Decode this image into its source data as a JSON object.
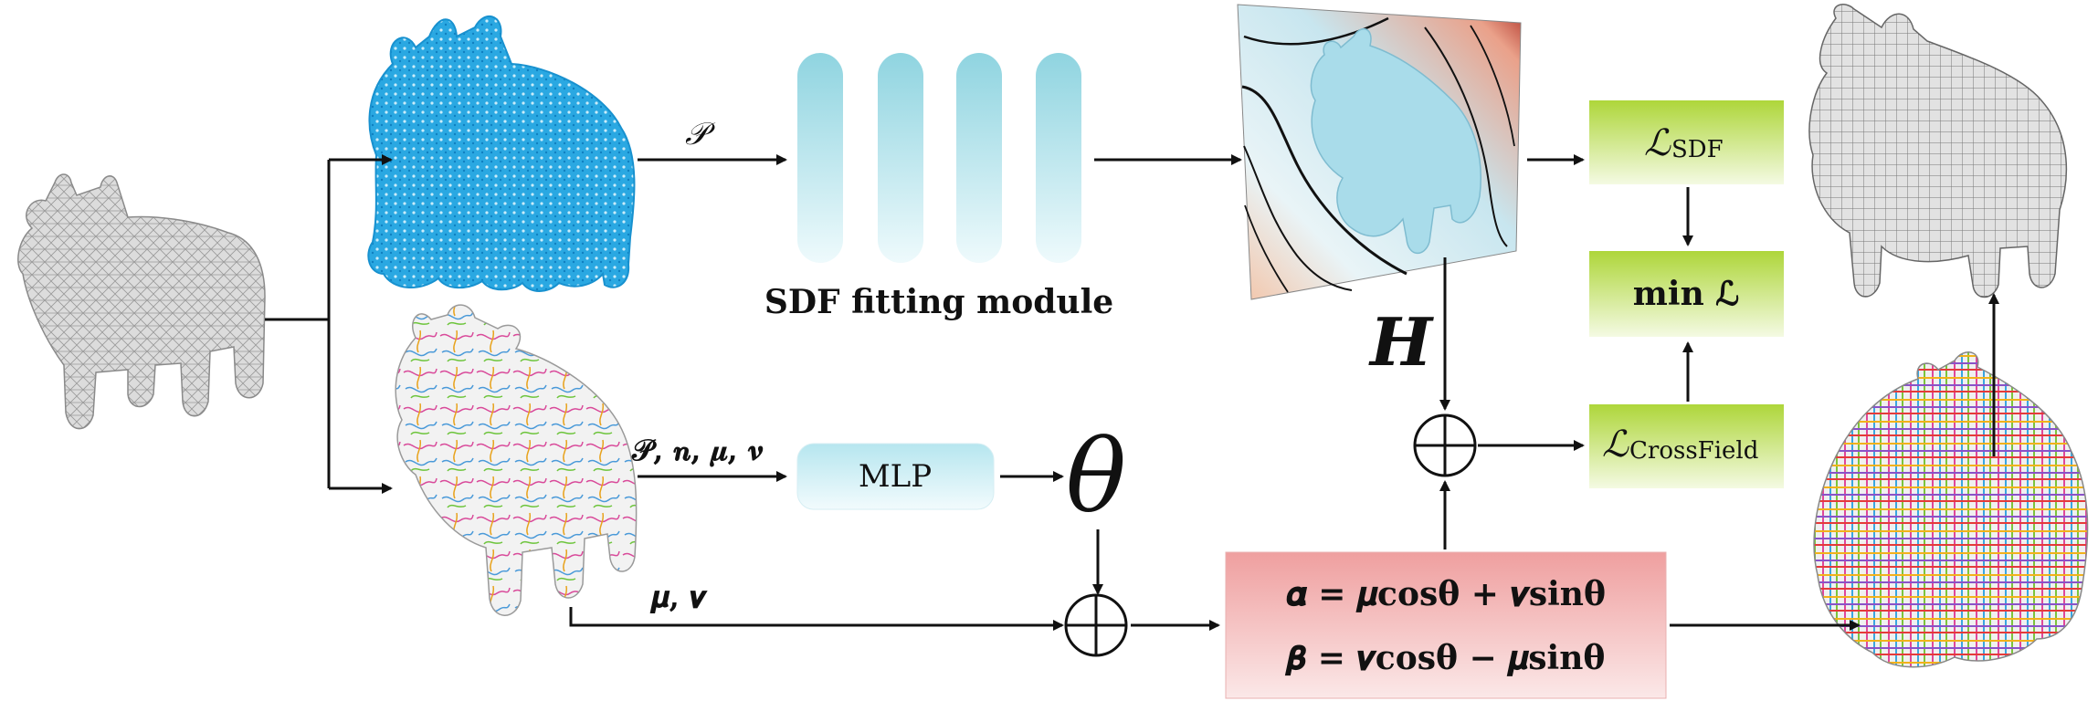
{
  "diagram": {
    "labels": {
      "p_symbol": "𝒫",
      "sdf_module": "SDF fitting module",
      "mlp": "MLP",
      "inputs_mlp": "𝒫, 𝒏, 𝝁, 𝝂",
      "theta": "θ",
      "mu_nu": "𝝁, 𝝂",
      "hessian": "𝑯",
      "loss_sdf": "ℒ",
      "loss_sdf_sub": "SDF",
      "loss_min": "min ℒ",
      "loss_cross": "ℒ",
      "loss_cross_sub": "CrossField",
      "alpha_eq": "𝜶 = 𝝁cosθ + 𝝂sinθ",
      "beta_eq": "𝜷 = 𝝂cosθ − 𝝁sinθ"
    },
    "colors": {
      "sdf_bar": "#9ad8e3",
      "mlp_box": "#bde8f0",
      "loss_green": "#b9dd4a",
      "formula_red": "#f1a9a9",
      "point_cloud": "#29a7e0",
      "mesh_gray": "#d9d9d9",
      "sdf_surface": "#a9dcea"
    }
  }
}
